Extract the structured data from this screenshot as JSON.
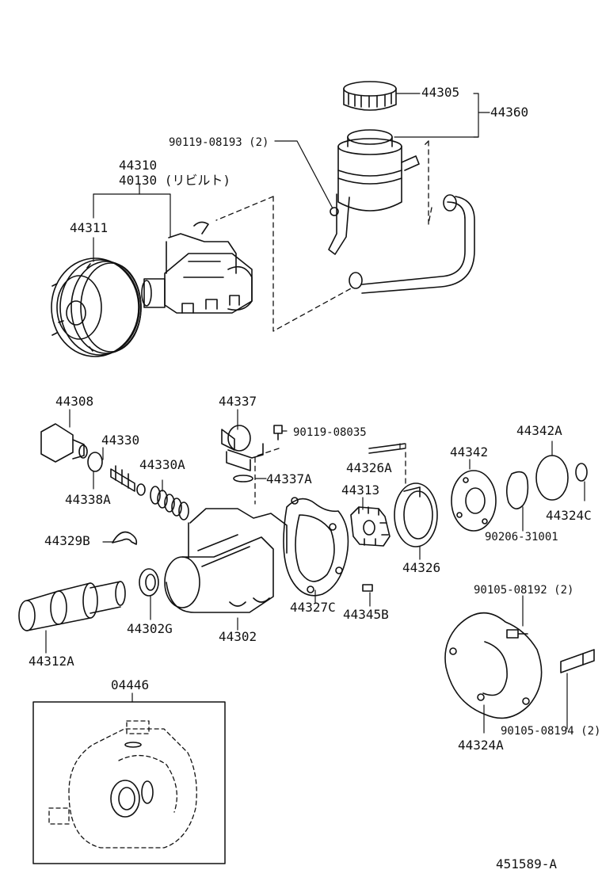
{
  "labels": {
    "p44305": "44305",
    "p44360": "44360",
    "p90119_08193": "90119-08193 (2)",
    "p44310": "44310",
    "p40130": "40130 (リビルト)",
    "p44311": "44311",
    "p44308": "44308",
    "p44337": "44337",
    "p90119_08035": "90119-08035",
    "p44342A": "44342A",
    "p44330": "44330",
    "p44330A": "44330A",
    "p44326A": "44326A",
    "p44342": "44342",
    "p44338A": "44338A",
    "p44337A": "44337A",
    "p44313": "44313",
    "p44324C": "44324C",
    "p44329B": "44329B",
    "p90206_31001": "90206-31001",
    "p44326": "44326",
    "p90105_08192": "90105-08192 (2)",
    "p44302G": "44302G",
    "p44327C": "44327C",
    "p44345B": "44345B",
    "p44302": "44302",
    "p44312A": "44312A",
    "p04446": "04446",
    "p90105_08194": "90105-08194 (2)",
    "p44324A": "44324A",
    "diagram_id": "451589-A"
  }
}
